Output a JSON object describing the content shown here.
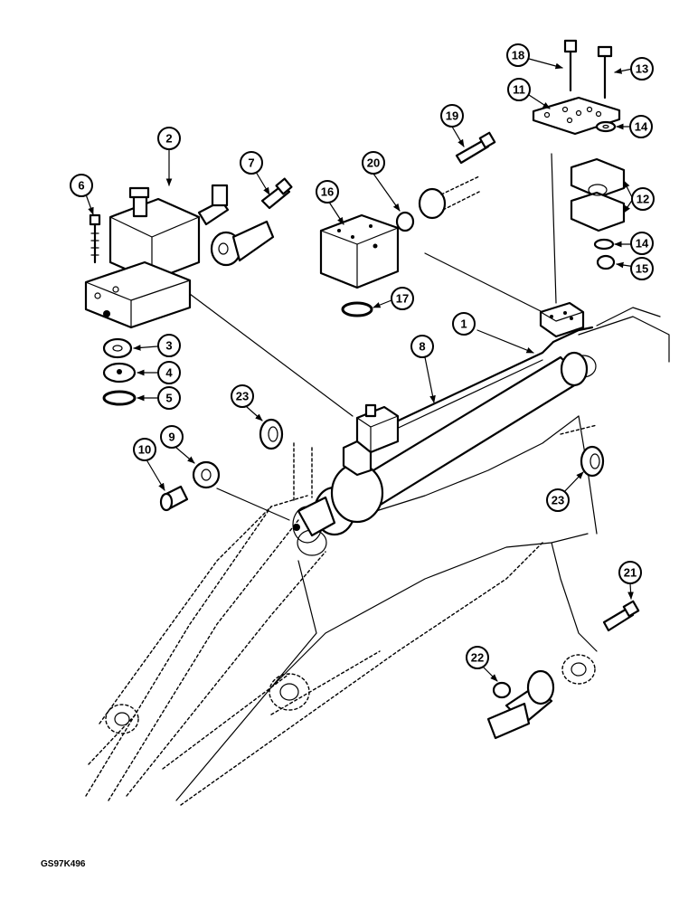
{
  "drawing": {
    "reference_code": "GS97K496"
  },
  "callouts": [
    {
      "id": "c1",
      "label": "1"
    },
    {
      "id": "c2",
      "label": "2"
    },
    {
      "id": "c3",
      "label": "3"
    },
    {
      "id": "c4",
      "label": "4"
    },
    {
      "id": "c5",
      "label": "5"
    },
    {
      "id": "c6",
      "label": "6"
    },
    {
      "id": "c7",
      "label": "7"
    },
    {
      "id": "c8",
      "label": "8"
    },
    {
      "id": "c9",
      "label": "9"
    },
    {
      "id": "c10",
      "label": "10"
    },
    {
      "id": "c11",
      "label": "11"
    },
    {
      "id": "c12",
      "label": "12"
    },
    {
      "id": "c13",
      "label": "13"
    },
    {
      "id": "c14a",
      "label": "14"
    },
    {
      "id": "c14b",
      "label": "14"
    },
    {
      "id": "c15",
      "label": "15"
    },
    {
      "id": "c16",
      "label": "16"
    },
    {
      "id": "c17",
      "label": "17"
    },
    {
      "id": "c18",
      "label": "18"
    },
    {
      "id": "c19",
      "label": "19"
    },
    {
      "id": "c20",
      "label": "20"
    },
    {
      "id": "c21",
      "label": "21"
    },
    {
      "id": "c22",
      "label": "22"
    },
    {
      "id": "c23a",
      "label": "23"
    },
    {
      "id": "c23b",
      "label": "23"
    }
  ]
}
